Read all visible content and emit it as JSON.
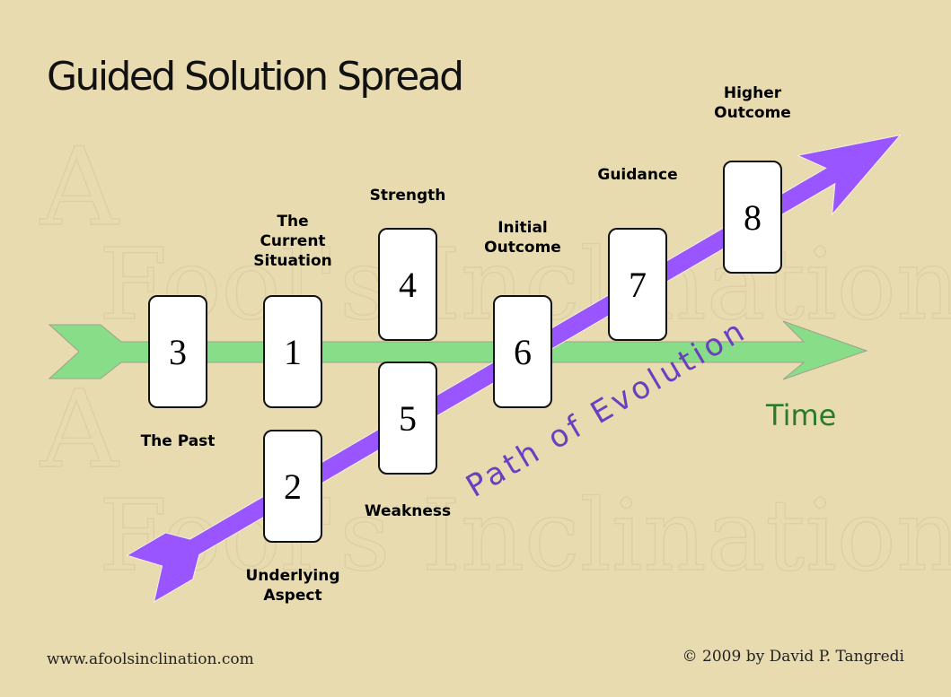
{
  "title": "Guided Solution Spread",
  "watermark": {
    "line1": "A",
    "line2": "Fool's Inclination"
  },
  "axes": {
    "time_label": "Time",
    "evolution_label": "Path of Evolution"
  },
  "colors": {
    "background": "#e8dbb0",
    "time_arrow": "#88dd88",
    "evolution_arrow": "#9955ff",
    "evolution_text": "#6a3fc0",
    "time_text": "#2a7a2a"
  },
  "cards": [
    {
      "number": "3",
      "label": [
        "The Past"
      ]
    },
    {
      "number": "1",
      "label": [
        "The",
        "Current",
        "Situation"
      ]
    },
    {
      "number": "4",
      "label": [
        "Strength"
      ]
    },
    {
      "number": "5",
      "label": [
        "Weakness"
      ]
    },
    {
      "number": "2",
      "label": [
        "Underlying",
        "Aspect"
      ]
    },
    {
      "number": "6",
      "label": [
        "Initial",
        "Outcome"
      ]
    },
    {
      "number": "7",
      "label": [
        "Guidance"
      ]
    },
    {
      "number": "8",
      "label": [
        "Higher",
        "Outcome"
      ]
    }
  ],
  "footer": {
    "website": "www.afoolsinclination.com",
    "copyright": "© 2009 by David P. Tangredi"
  }
}
